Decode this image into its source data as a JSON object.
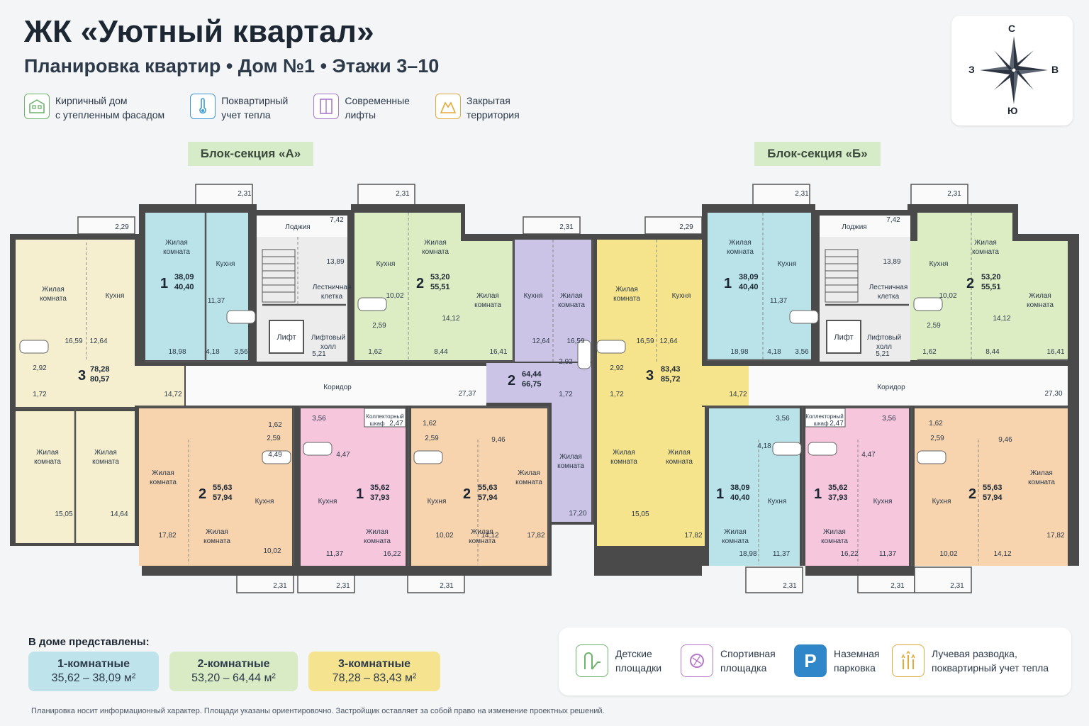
{
  "header": {
    "title": "ЖК «Уютный квартал»",
    "subtitle": "Планировка квартир • Дом №1 • Этажи 3–10"
  },
  "features": [
    {
      "icon": "brick-house-icon",
      "line1": "Кирпичный дом",
      "line2": "с утепленным фасадом",
      "color": "#6cb56a"
    },
    {
      "icon": "thermometer-icon",
      "line1": "Поквартирный",
      "line2": "учет тепла",
      "color": "#3d9ad6"
    },
    {
      "icon": "elevator-icon",
      "line1": "Современные",
      "line2": "лифты",
      "color": "#a879c9"
    },
    {
      "icon": "fence-icon",
      "line1": "Закрытая",
      "line2": "территория",
      "color": "#e3a93a"
    }
  ],
  "compass": {
    "north": "С",
    "south": "Ю",
    "west": "З",
    "east": "В"
  },
  "sections": {
    "a": "Блок-секция «А»",
    "b": "Блок-секция «Б»"
  },
  "colors": {
    "one_room_blue": "#b9e3e8",
    "one_room_pink": "#f6c6dd",
    "two_room_green": "#dcedc4",
    "two_room_orange": "#f7d3ae",
    "two_room_purple": "#ccc4e6",
    "three_room_cream": "#f5efcf",
    "three_room_yellow": "#f6e48c",
    "wall": "#4a4a4a",
    "section_label": "#d6ecc8"
  },
  "plan": {
    "common": {
      "loggia": "Лоджия",
      "stair": "Лестничная",
      "stair2": "клетка",
      "lift": "Лифт",
      "lifthall": "Лифтовый",
      "lifthall2": "холл",
      "corridor": "Коридор",
      "collector": "Коллекторный",
      "collector2": "шкаф"
    },
    "rooms": {
      "living": "Жилая",
      "living2": "комната",
      "kitchen": "Кухня"
    },
    "apartments": [
      {
        "rooms": "3",
        "area": "78,28",
        "total": "80,57"
      },
      {
        "rooms": "1",
        "area": "38,09",
        "total": "40,40"
      },
      {
        "rooms": "2",
        "area": "53,20",
        "total": "55,51"
      },
      {
        "rooms": "2",
        "area": "64,44",
        "total": "66,75"
      },
      {
        "rooms": "2",
        "area": "55,63",
        "total": "57,94"
      },
      {
        "rooms": "1",
        "area": "35,62",
        "total": "37,93"
      },
      {
        "rooms": "2",
        "area": "55,63",
        "total": "57,94"
      },
      {
        "rooms": "3",
        "area": "83,43",
        "total": "85,72"
      },
      {
        "rooms": "1",
        "area": "38,09",
        "total": "40,40"
      },
      {
        "rooms": "2",
        "area": "53,20",
        "total": "55,51"
      },
      {
        "rooms": "1",
        "area": "38,09",
        "total": "40,40"
      },
      {
        "rooms": "1",
        "area": "35,62",
        "total": "37,93"
      },
      {
        "rooms": "2",
        "area": "55,63",
        "total": "57,94"
      }
    ],
    "dims": {
      "d_2_29": "2,29",
      "d_2_31": "2,31",
      "d_7_42": "7,42",
      "d_13_89": "13,89",
      "d_16_59": "16,59",
      "d_12_64": "12,64",
      "d_2_92": "2,92",
      "d_1_72": "1,72",
      "d_14_72": "14,72",
      "d_15_05": "15,05",
      "d_14_64": "14,64",
      "d_18_98": "18,98",
      "d_4_18": "4,18",
      "d_3_56": "3,56",
      "d_11_37": "11,37",
      "d_5_21": "5,21",
      "d_10_02": "10,02",
      "d_2_59": "2,59",
      "d_14_12": "14,12",
      "d_1_62": "1,62",
      "d_8_44": "8,44",
      "d_16_41": "16,41",
      "d_27_37": "27,37",
      "d_27_30": "27,30",
      "d_1_62b": "1,62",
      "d_4_49": "4,49",
      "d_17_82": "17,82",
      "d_4_47": "4,47",
      "d_16_22": "16,22",
      "d_2_47": "2,47",
      "d_9_46": "9,46",
      "d_17_20": "17,20"
    }
  },
  "bottom": {
    "present_title": "В доме представлены:",
    "types": [
      {
        "name": "1-комнатные",
        "range": "35,62 – 38,09 м²",
        "color": "#bfe3ea"
      },
      {
        "name": "2-комнатные",
        "range": "53,20 – 64,44 м²",
        "color": "#d9ebc5"
      },
      {
        "name": "3-комнатные",
        "range": "78,28 – 83,43 м²",
        "color": "#f6e38f"
      }
    ],
    "amenities": [
      {
        "icon": "playground-icon",
        "line1": "Детские",
        "line2": "площадки",
        "color": "#6cb56a"
      },
      {
        "icon": "sports-ground-icon",
        "line1": "Спортивная",
        "line2": "площадка",
        "color": "#b57ac9"
      },
      {
        "icon": "parking-icon",
        "letter": "P",
        "line1": "Наземная",
        "line2": "парковка",
        "color": "#2f86c9"
      },
      {
        "icon": "radial-wiring-icon",
        "line1": "Лучевая разводка,",
        "line2": "поквартирный учет тепла",
        "color": "#e3a93a"
      }
    ],
    "note": "Планировка носит информационный характер. Площади указаны ориентировочно. Застройщик оставляет за собой право на изменение проектных решений."
  }
}
